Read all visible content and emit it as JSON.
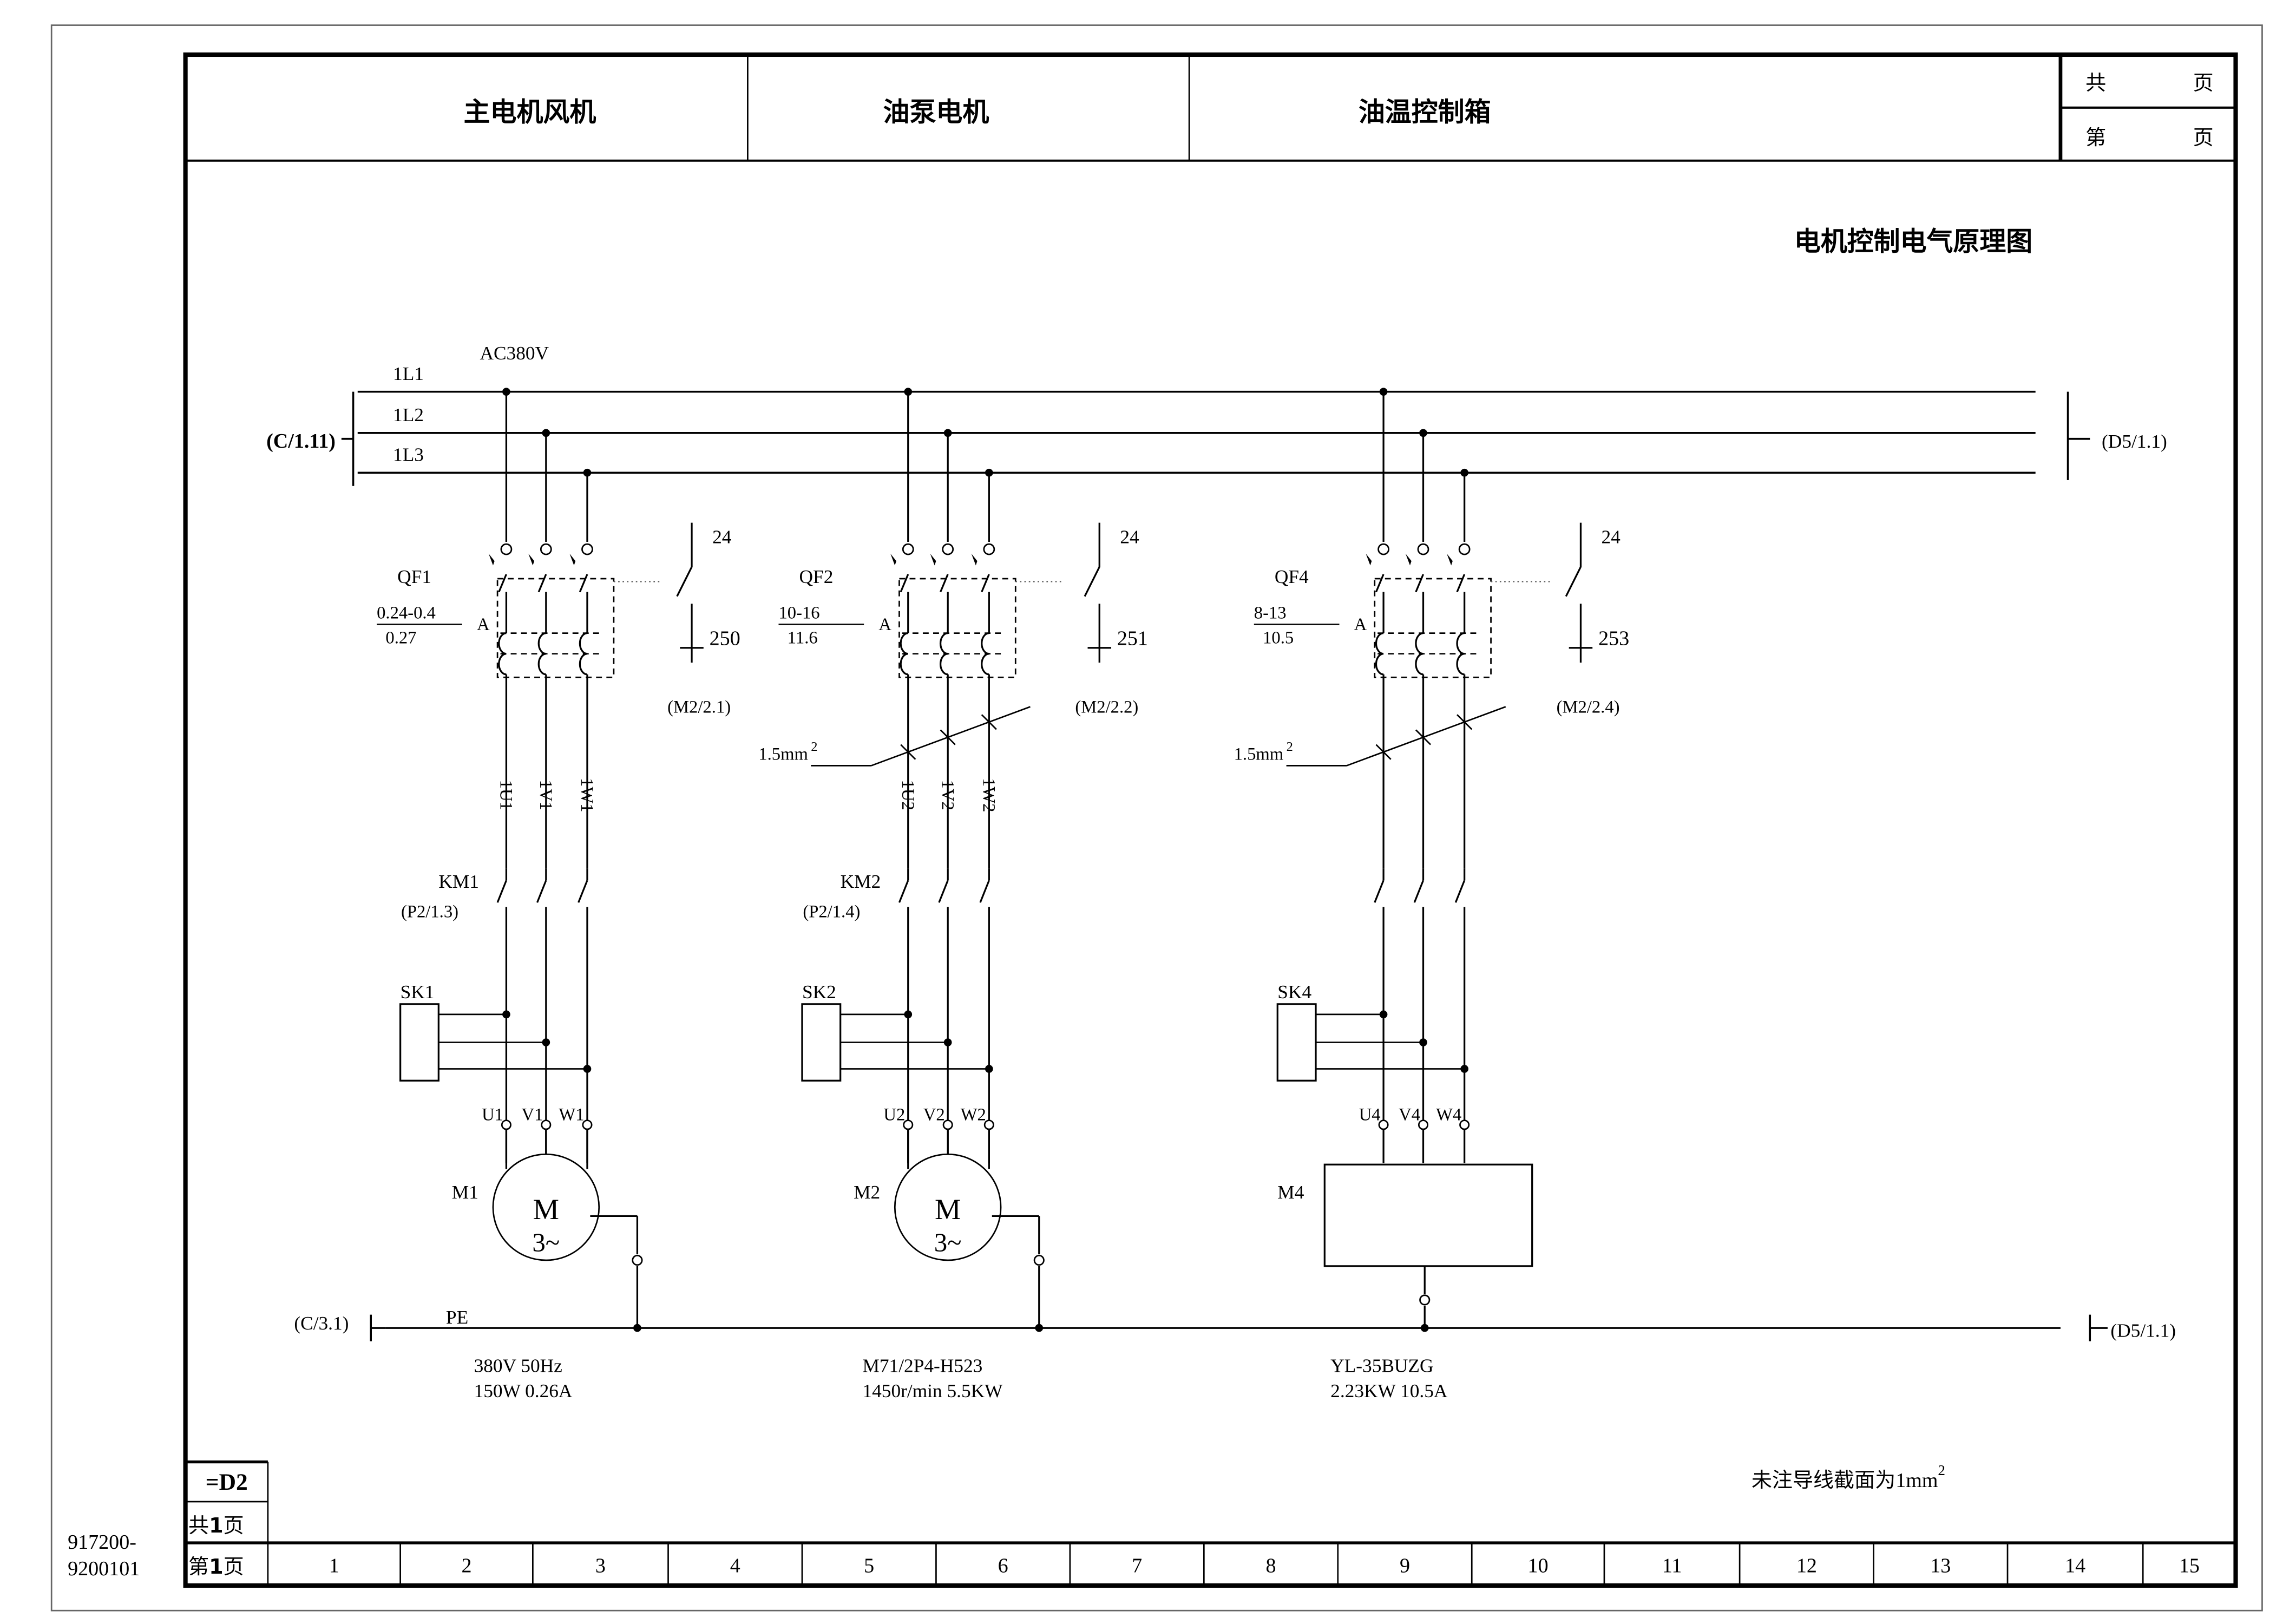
{
  "header": {
    "section1": "主电机风机",
    "section2": "油泵电机",
    "section3": "油温控制箱",
    "total_pages_label_1": "共",
    "total_pages_label_2": "页",
    "page_label_1": "第",
    "page_label_2": "页"
  },
  "diagram": {
    "title": "电机控制电气原理图",
    "supply": "AC380V",
    "buses": [
      "1L1",
      "1L2",
      "1L3"
    ],
    "ref_left_bus": "(C/1.11)",
    "ref_right_bus": "(D5/1.1)",
    "pe_label": "PE",
    "ref_left_pe": "(C/3.1)",
    "ref_right_pe": "(D5/1.1)",
    "note": "未注导线截面为1mm",
    "note_sup": "2"
  },
  "circuits": [
    {
      "breaker": "QF1",
      "range": "0.24-0.4",
      "setting": "0.27",
      "unit": "A",
      "aux_top": "24",
      "aux_num": "250",
      "aux_ref": "(M2/2.1)",
      "wire_size": "",
      "wire_size_sup": "",
      "wires": [
        "1U1",
        "1V1",
        "1W1"
      ],
      "contactor": "KM1",
      "contactor_ref": "(P2/1.3)",
      "sensor": "SK1",
      "terms": [
        "U1",
        "V1",
        "W1"
      ],
      "motor": "M1",
      "motor_sym": "M",
      "motor_phase": "3~",
      "spec1": "380V 50Hz",
      "spec2": "150W 0.26A"
    },
    {
      "breaker": "QF2",
      "range": "10-16",
      "setting": "11.6",
      "unit": "A",
      "aux_top": "24",
      "aux_num": "251",
      "aux_ref": "(M2/2.2)",
      "wire_size": "1.5mm",
      "wire_size_sup": "2",
      "wires": [
        "1U2",
        "1V2",
        "1W2"
      ],
      "contactor": "KM2",
      "contactor_ref": "(P2/1.4)",
      "sensor": "SK2",
      "terms": [
        "U2",
        "V2",
        "W2"
      ],
      "motor": "M2",
      "motor_sym": "M",
      "motor_phase": "3~",
      "spec1": "M71/2P4-H523",
      "spec2": "1450r/min 5.5KW"
    },
    {
      "breaker": "QF4",
      "range": "8-13",
      "setting": "10.5",
      "unit": "A",
      "aux_top": "24",
      "aux_num": "253",
      "aux_ref": "(M2/2.4)",
      "wire_size": "1.5mm",
      "wire_size_sup": "2",
      "wires": [
        "",
        "",
        ""
      ],
      "contactor": "",
      "contactor_ref": "",
      "sensor": "SK4",
      "terms": [
        "U4",
        "V4",
        "W4"
      ],
      "motor": "M4",
      "motor_sym": "",
      "motor_phase": "",
      "spec1": "YL-35BUZG",
      "spec2": "2.23KW 10.5A"
    }
  ],
  "footer": {
    "drawing_code": "=D2",
    "total_a": "共",
    "total_n": "1",
    "total_b": "页",
    "page_a": "第",
    "page_n": "1",
    "page_b": "页",
    "columns": [
      "1",
      "2",
      "3",
      "4",
      "5",
      "6",
      "7",
      "8",
      "9",
      "10",
      "11",
      "12",
      "13",
      "14",
      "15"
    ],
    "doc_no_1": "917200-",
    "doc_no_2": "9200101"
  }
}
